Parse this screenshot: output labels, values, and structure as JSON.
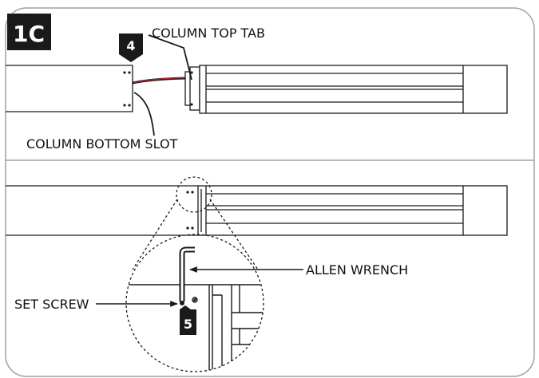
{
  "step": {
    "label": "1C"
  },
  "callouts": {
    "step_4": "4",
    "step_5": "5"
  },
  "labels": {
    "column_top_tab": "COLUMN TOP TAB",
    "column_bottom_slot": "COLUMN BOTTOM SLOT",
    "allen_wrench": "ALLEN WRENCH",
    "set_screw": "SET SCREW"
  },
  "colors": {
    "badge": "#1a1a1a",
    "frame": "#9a9a9a",
    "line": "#1a1a1a",
    "cable_red": "#b3262b"
  }
}
